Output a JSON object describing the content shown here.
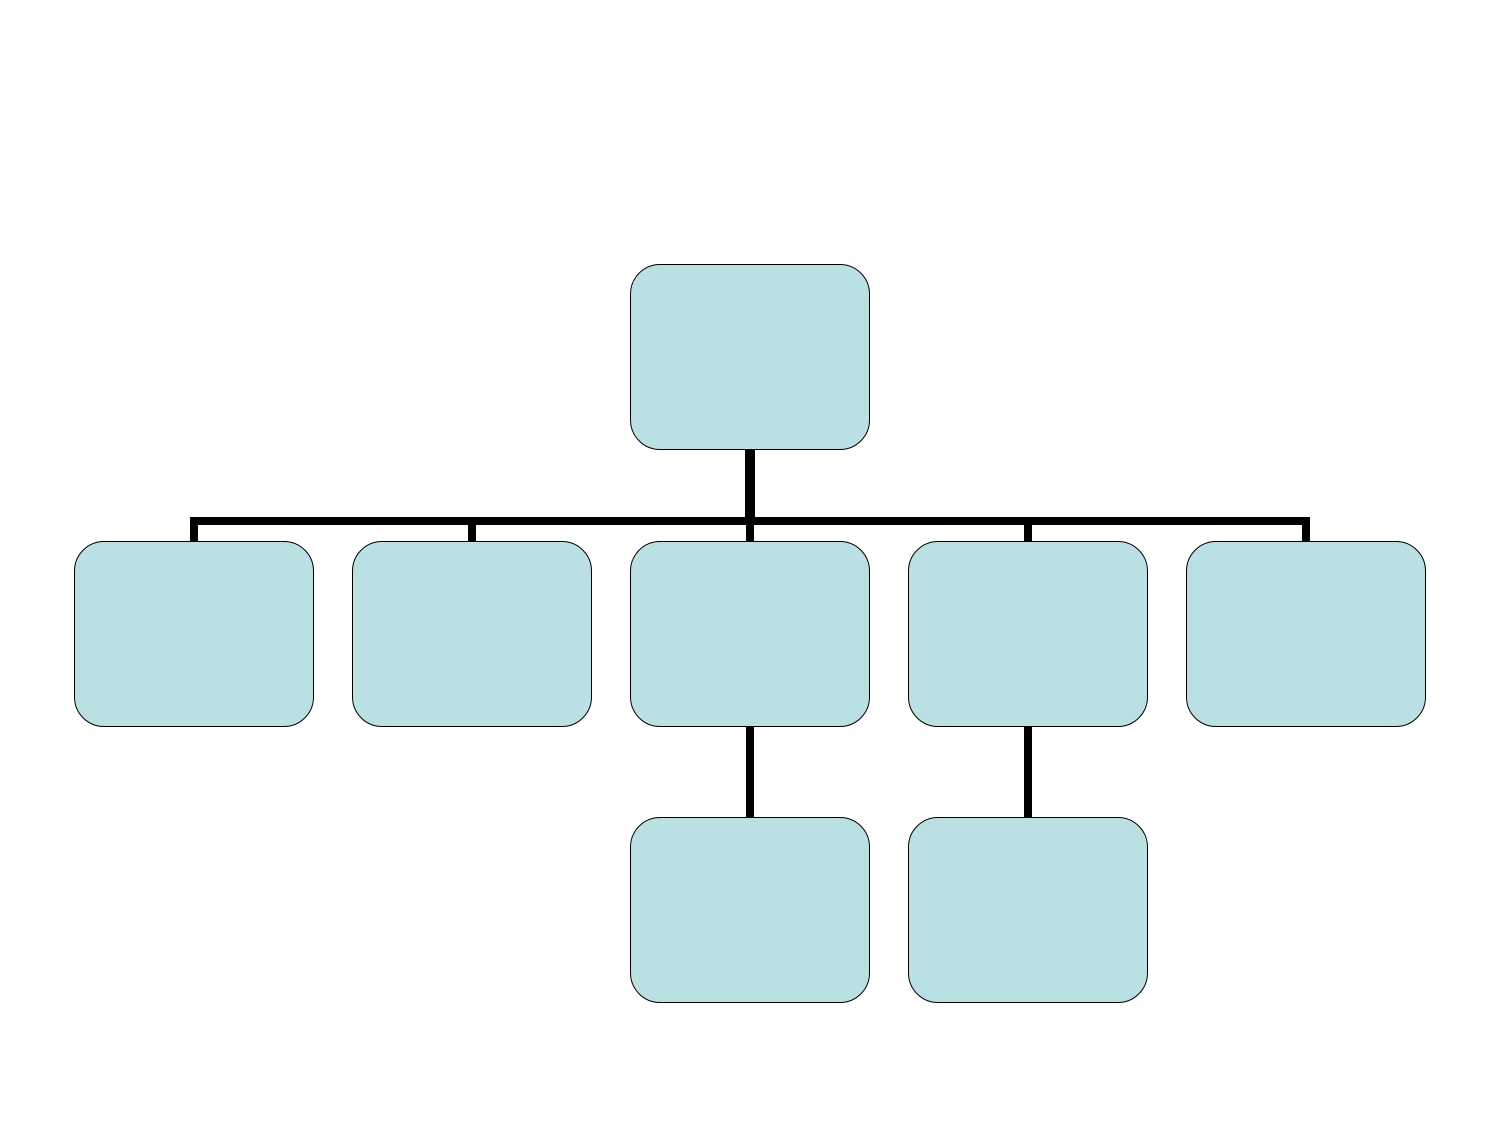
{
  "diagram": {
    "type": "org-chart",
    "node_fill": "#bbe0e3",
    "node_border": "#000000",
    "connector_color": "#000000",
    "nodes": [
      {
        "id": "root",
        "label": ""
      },
      {
        "id": "level2-1",
        "label": ""
      },
      {
        "id": "level2-2",
        "label": ""
      },
      {
        "id": "level2-3",
        "label": ""
      },
      {
        "id": "level2-4",
        "label": ""
      },
      {
        "id": "level2-5",
        "label": ""
      },
      {
        "id": "level3-1",
        "label": ""
      },
      {
        "id": "level3-2",
        "label": ""
      }
    ],
    "edges": [
      [
        "root",
        "level2-1"
      ],
      [
        "root",
        "level2-2"
      ],
      [
        "root",
        "level2-3"
      ],
      [
        "root",
        "level2-4"
      ],
      [
        "root",
        "level2-5"
      ],
      [
        "level2-3",
        "level3-1"
      ],
      [
        "level2-4",
        "level3-2"
      ]
    ]
  }
}
